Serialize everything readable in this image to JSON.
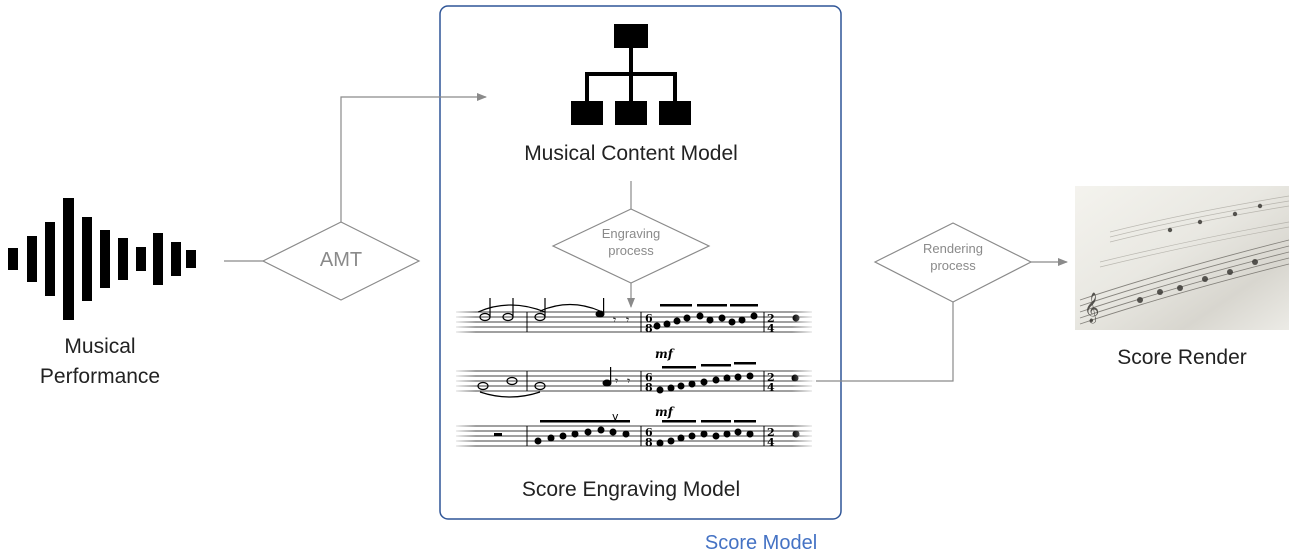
{
  "nodes": {
    "performance": {
      "label_line1": "Musical",
      "label_line2": "Performance",
      "icon": "waveform-icon"
    },
    "amt": {
      "label": "AMT"
    },
    "content_model": {
      "label": "Musical Content Model",
      "icon": "hierarchy-tree-icon"
    },
    "engraving_process": {
      "label_line1": "Engraving",
      "label_line2": "process"
    },
    "engraving_model": {
      "label": "Score Engraving Model",
      "image": "sheet-music-excerpt"
    },
    "rendering_process": {
      "label_line1": "Rendering",
      "label_line2": "process"
    },
    "score_render": {
      "label": "Score Render",
      "image": "sheet-music-photo"
    }
  },
  "group": {
    "label": "Score Model"
  },
  "colors": {
    "ink": "#000000",
    "arrow": "#8a8a8a",
    "group_border": "#2f5597",
    "group_label": "#4472c4",
    "diamond_text": "#8a8a8a"
  }
}
